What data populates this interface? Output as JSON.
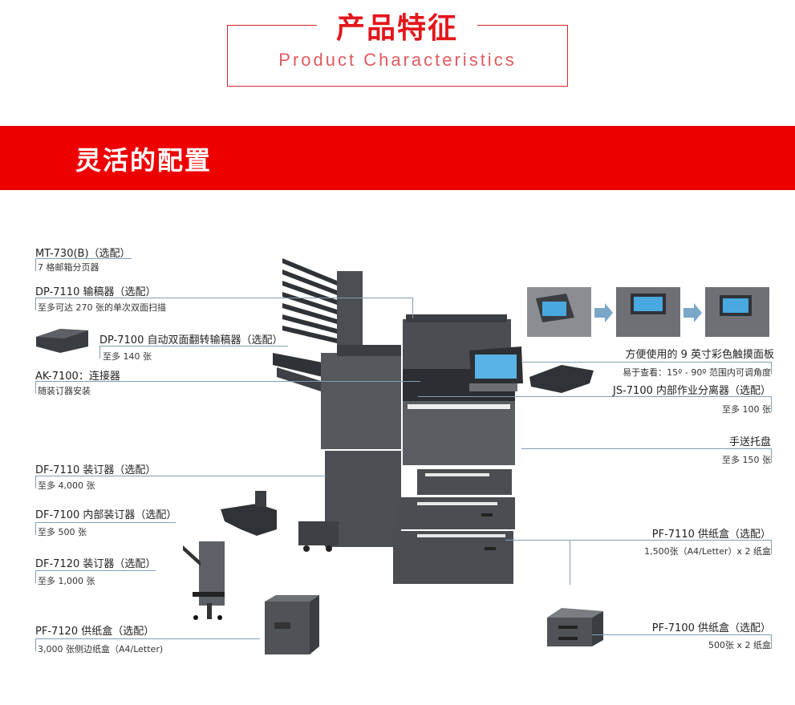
{
  "header": {
    "title": "产品特征",
    "subtitle": "Product Characteristics"
  },
  "banner": {
    "title": "灵活的配置"
  },
  "left_items": [
    {
      "name": "MT-730(B)（选配）",
      "desc": "7 格邮箱分页器"
    },
    {
      "name": "DP-7110 输稿器（选配）",
      "desc": "至多可达 270 张的单次双面扫描"
    },
    {
      "name": "DP-7100 自动双面翻转输稿器（选配）",
      "desc": "至多 140 张"
    },
    {
      "name": "AK-7100：连接器",
      "desc": "随装订器安装"
    },
    {
      "name": "DF-7110 装订器（选配）",
      "desc": "至多 4,000 张"
    },
    {
      "name": "DF-7100 内部装订器（选配）",
      "desc": "至多 500 张"
    },
    {
      "name": "DF-7120 装订器（选配）",
      "desc": "至多 1,000 张"
    },
    {
      "name": "PF-7120 供纸盒（选配）",
      "desc": "3,000 张侧边纸盒（A4/Letter)"
    }
  ],
  "right_items": [
    {
      "name": "方便使用的 9 英寸彩色触摸面板",
      "desc": "易于查看：15º - 90º 范围内可调角度"
    },
    {
      "name": "JS-7100 内部作业分离器（选配）",
      "desc": "至多 100 张"
    },
    {
      "name": "手送托盘",
      "desc": "至多 150 张"
    },
    {
      "name": "PF-7110 供纸盒（选配）",
      "desc": "1,500张（A4/Letter）x 2 纸盒"
    },
    {
      "name": "PF-7100 供纸盒（选配）",
      "desc": "500张 x 2  纸盒"
    }
  ],
  "colors": {
    "accent": "#ee0000",
    "line": "#7f9fb5",
    "machine": "#4a4d52"
  }
}
